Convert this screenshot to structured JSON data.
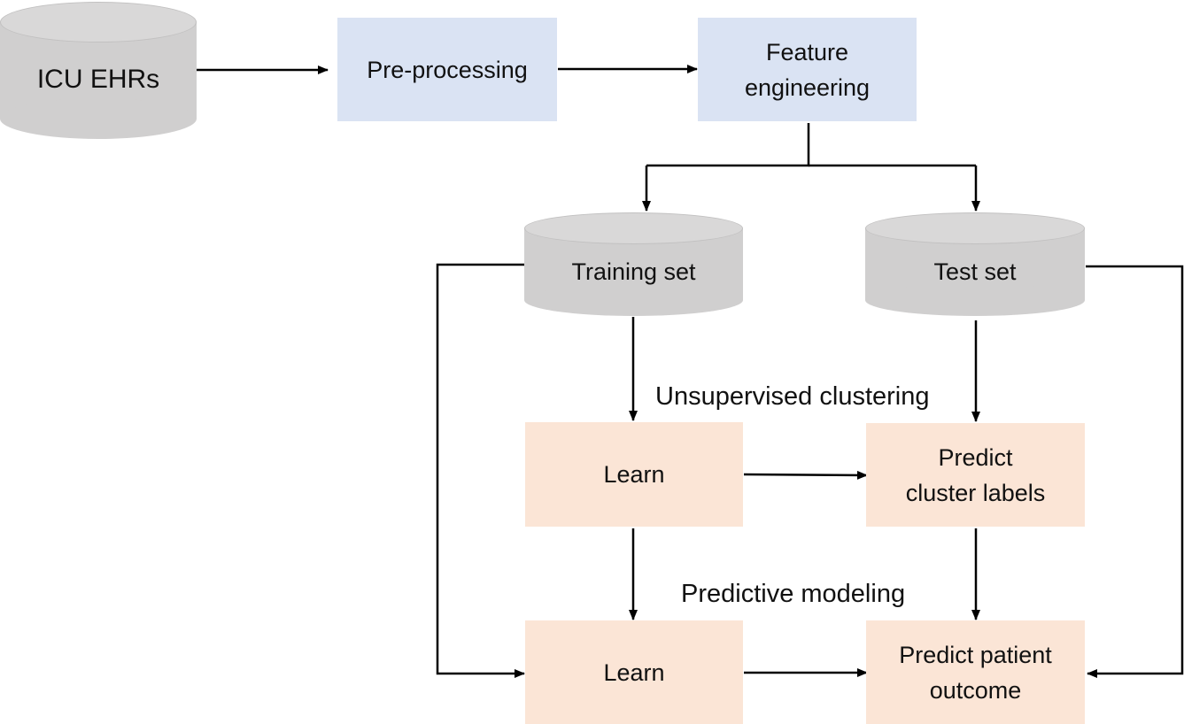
{
  "nodes": {
    "icu_ehrs": "ICU EHRs",
    "preprocessing": "Pre-processing",
    "feature_engineering": "Feature\nengineering",
    "training_set": "Training set",
    "test_set": "Test set",
    "learn_clustering": "Learn",
    "predict_cluster_labels": "Predict\ncluster labels",
    "learn_predictive": "Learn",
    "predict_patient_outcome": "Predict patient\noutcome"
  },
  "labels": {
    "unsupervised_clustering": "Unsupervised clustering",
    "predictive_modeling": "Predictive modeling"
  },
  "colors": {
    "process_box": "#dae3f3",
    "model_box": "#fbe5d6",
    "database": "#d0cfcf",
    "arrow": "#000000"
  }
}
